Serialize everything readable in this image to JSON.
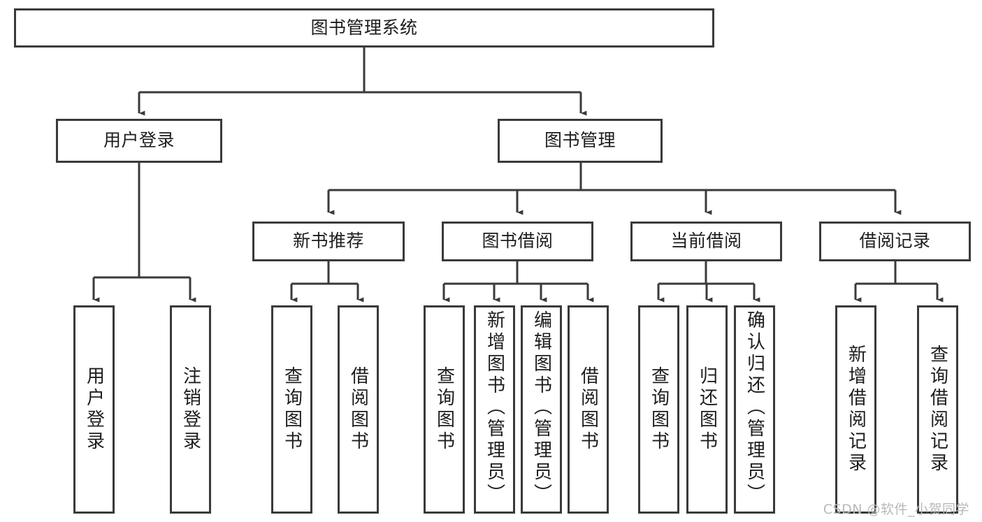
{
  "diagram": {
    "type": "tree",
    "title": "图书管理系统",
    "watermark": "CSDN @软件_小贺同学",
    "colors": {
      "stroke": "#3a3a3a",
      "fill": "#ffffff",
      "text": "#1d1d1d",
      "watermark": "#b9b9b9"
    },
    "root": {
      "label": "图书管理系统"
    },
    "level1": [
      {
        "id": "user-login",
        "label": "用户登录"
      },
      {
        "id": "book-manage",
        "label": "图书管理"
      }
    ],
    "level2": [
      {
        "id": "new-book-rec",
        "label": "新书推荐",
        "parent": "book-manage"
      },
      {
        "id": "book-borrow",
        "label": "图书借阅",
        "parent": "book-manage"
      },
      {
        "id": "current-borrow",
        "label": "当前借阅",
        "parent": "book-manage"
      },
      {
        "id": "borrow-record",
        "label": "借阅记录",
        "parent": "book-manage"
      }
    ],
    "leaves": [
      {
        "id": "leaf-user-login",
        "label": "用户登录",
        "parent": "user-login"
      },
      {
        "id": "leaf-logout",
        "label": "注销登录",
        "parent": "user-login"
      },
      {
        "id": "leaf-query-book-1",
        "label": "查询图书",
        "parent": "new-book-rec"
      },
      {
        "id": "leaf-borrow-book-1",
        "label": "借阅图书",
        "parent": "new-book-rec"
      },
      {
        "id": "leaf-query-book-2",
        "label": "查询图书",
        "parent": "book-borrow"
      },
      {
        "id": "leaf-add-book",
        "label": "新增图书（管理员）",
        "parent": "book-borrow"
      },
      {
        "id": "leaf-edit-book",
        "label": "编辑图书（管理员）",
        "parent": "book-borrow"
      },
      {
        "id": "leaf-borrow-book-2",
        "label": "借阅图书",
        "parent": "book-borrow"
      },
      {
        "id": "leaf-query-book-3",
        "label": "查询图书",
        "parent": "current-borrow"
      },
      {
        "id": "leaf-return-book",
        "label": "归还图书",
        "parent": "current-borrow"
      },
      {
        "id": "leaf-confirm-return",
        "label": "确认归还（管理员）",
        "parent": "current-borrow"
      },
      {
        "id": "leaf-add-record",
        "label": "新增借阅记录",
        "parent": "borrow-record"
      },
      {
        "id": "leaf-query-record",
        "label": "查询借阅记录",
        "parent": "borrow-record"
      }
    ]
  }
}
